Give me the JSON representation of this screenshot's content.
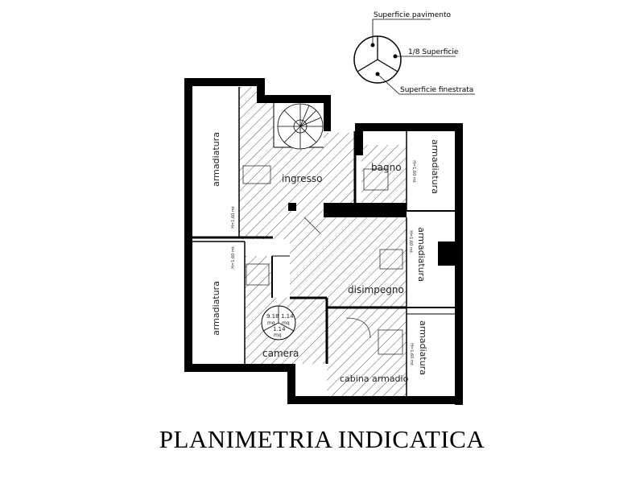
{
  "legend": {
    "floor_area": "Superficie pavimento",
    "eighth_area": "1/8 Superficie",
    "window_area": "Superficie finestrata"
  },
  "rooms": {
    "armadiatura_top_left": "armadiatura",
    "armadiatura_bottom_left": "armadiatura",
    "armadiatura_top_right": "armadiatura",
    "armadiatura_mid_right": "armadiatura",
    "armadiatura_bottom_right": "armadiatura",
    "ingresso": "ingresso",
    "bagno": "bagno",
    "disimpegno": "disimpegno",
    "camera": "camera",
    "cabina_armadio": "cabina armadio"
  },
  "heights": {
    "h1": "H=1,60 mt",
    "h2": "H=1,60 mt",
    "h3": "H=1,60 mt",
    "h4": "H=1,60 mt",
    "h5": "H=1,60 mt"
  },
  "area_badge": {
    "floor": "9.18",
    "floor_unit": "mq",
    "eighth": "1.14",
    "eighth_unit": "mq",
    "window": "1.14",
    "window_unit": "mq"
  },
  "caption": "PLANIMETRIA INDICATICA"
}
